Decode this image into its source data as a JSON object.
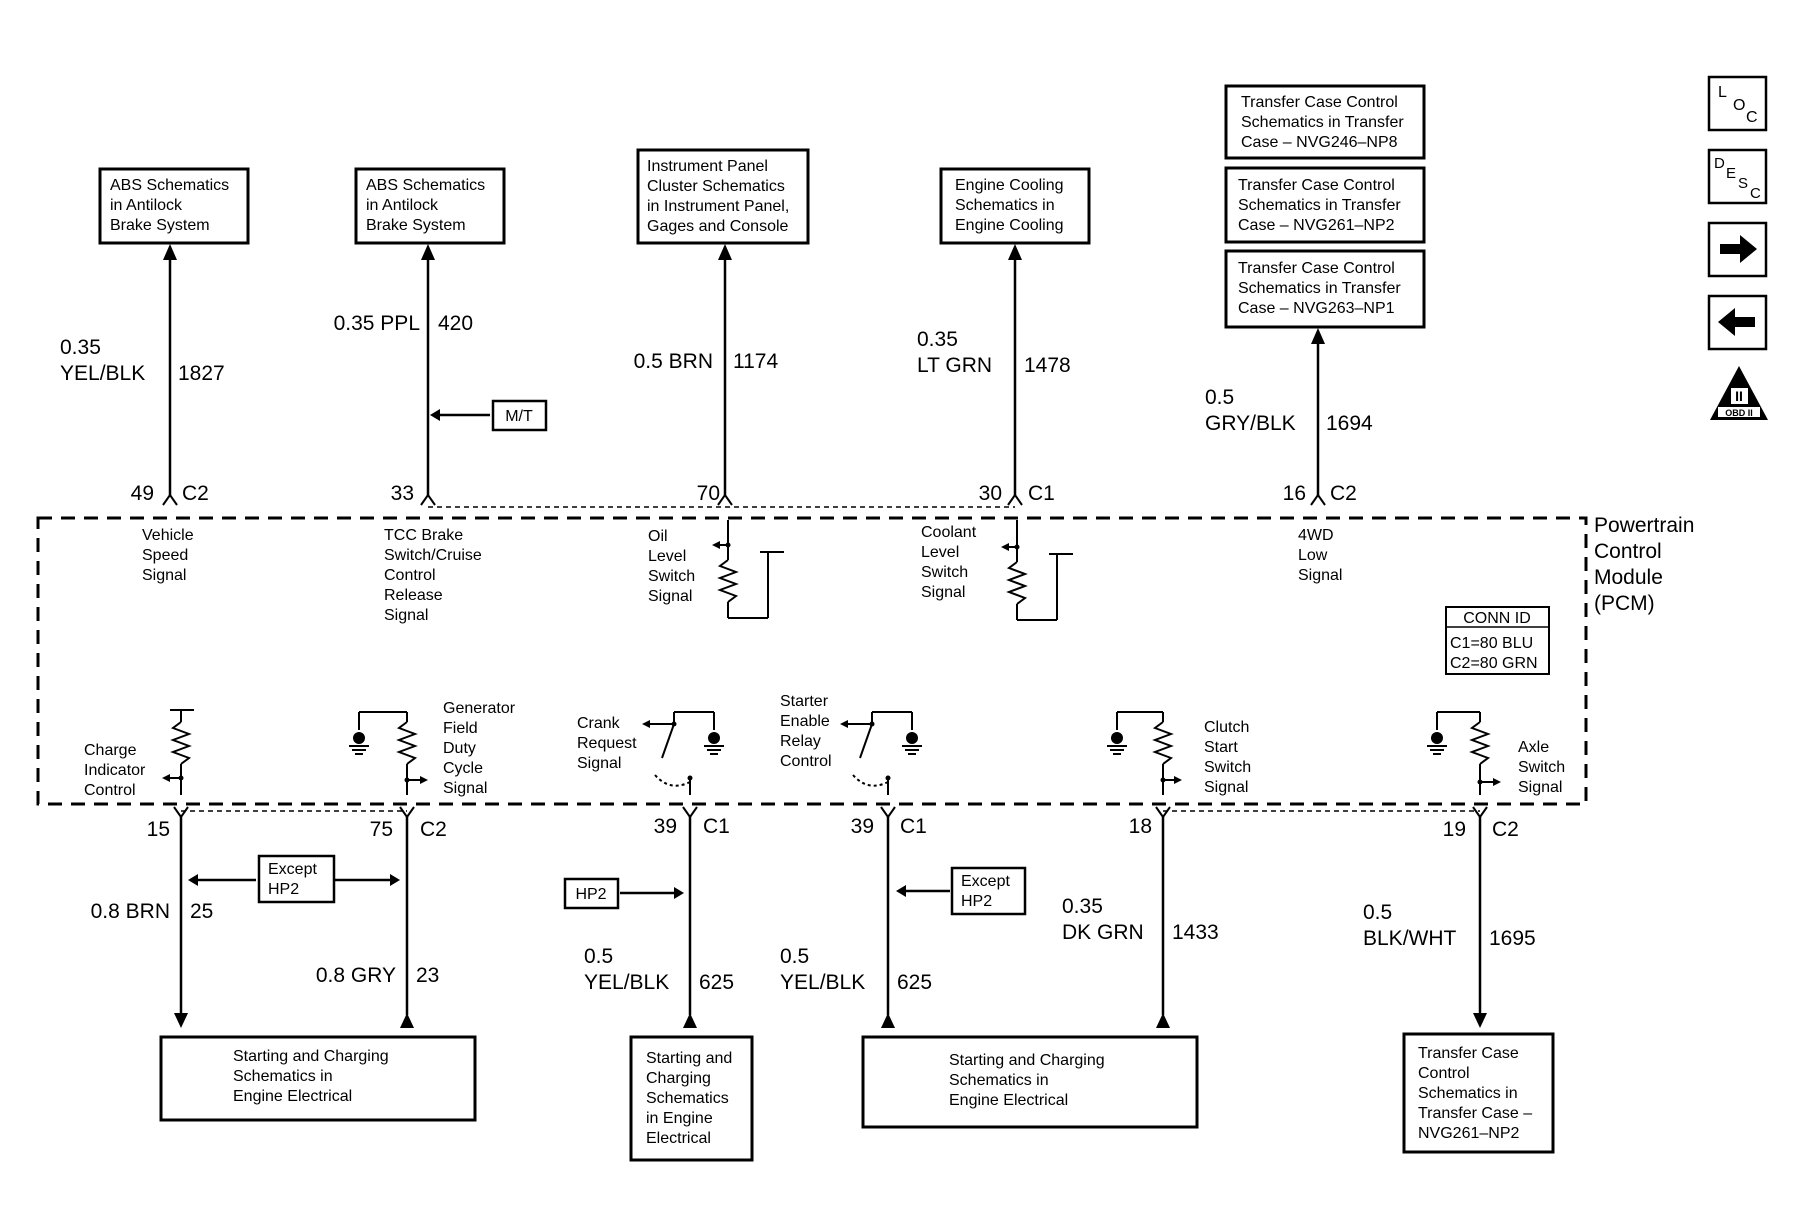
{
  "pcm": {
    "label": [
      "Powertrain",
      "Control",
      "Module",
      "(PCM)"
    ],
    "conn_id": {
      "title": "CONN ID",
      "lines": [
        "C1=80 BLU",
        "C2=80 GRN"
      ]
    }
  },
  "top_boxes": [
    {
      "lines": [
        "ABS Schematics",
        "in Antilock",
        "Brake System"
      ]
    },
    {
      "lines": [
        "ABS Schematics",
        "in Antilock",
        "Brake System"
      ]
    },
    {
      "lines": [
        "Instrument Panel",
        "Cluster Schematics",
        "in Instrument Panel,",
        "Gages and Console"
      ]
    },
    {
      "lines": [
        "Engine Cooling",
        "Schematics in",
        "Engine Cooling"
      ]
    },
    {
      "lines": [
        "Transfer Case Control",
        "Schematics in Transfer",
        "Case – NVG246–NP8"
      ]
    },
    {
      "lines": [
        "Transfer Case Control",
        "Schematics in Transfer",
        "Case – NVG261–NP2"
      ]
    },
    {
      "lines": [
        "Transfer Case Control",
        "Schematics in Transfer",
        "Case – NVG263–NP1"
      ]
    }
  ],
  "top_wires": [
    {
      "size_color": [
        "0.35",
        "YEL/BLK"
      ],
      "circuit": "1827",
      "pin": "49",
      "connector": "C2",
      "signal": [
        "Vehicle",
        "Speed",
        "Signal"
      ]
    },
    {
      "size_color": [
        "0.35 PPL"
      ],
      "circuit": "420",
      "pin": "33",
      "connector": "",
      "signal": [
        "TCC Brake",
        "Switch/Cruise",
        "Control",
        "Release",
        "Signal"
      ],
      "option": "M/T"
    },
    {
      "size_color": [
        "0.5 BRN"
      ],
      "circuit": "1174",
      "pin": "70",
      "connector": "",
      "signal": [
        "Oil",
        "Level",
        "Switch",
        "Signal"
      ]
    },
    {
      "size_color": [
        "0.35",
        "LT GRN"
      ],
      "circuit": "1478",
      "pin": "30",
      "connector": "C1",
      "signal": [
        "Coolant",
        "Level",
        "Switch",
        "Signal"
      ]
    },
    {
      "size_color": [
        "0.5",
        "GRY/BLK"
      ],
      "circuit": "1694",
      "pin": "16",
      "connector": "C2",
      "signal": [
        "4WD",
        "Low",
        "Signal"
      ]
    }
  ],
  "bottom_wires": [
    {
      "size_color": [
        "0.8 BRN"
      ],
      "circuit": "25",
      "pin": "15",
      "connector": "",
      "signal": [
        "Charge",
        "Indicator",
        "Control"
      ]
    },
    {
      "size_color": [
        "0.8 GRY"
      ],
      "circuit": "23",
      "pin": "75",
      "connector": "C2",
      "signal": [
        "Generator",
        "Field",
        "Duty",
        "Cycle",
        "Signal"
      ]
    },
    {
      "size_color": [
        "0.5",
        "YEL/BLK"
      ],
      "circuit": "625",
      "pin": "39",
      "connector": "C1",
      "signal": [
        "Crank",
        "Request",
        "Signal"
      ]
    },
    {
      "size_color": [
        "0.5",
        "YEL/BLK"
      ],
      "circuit": "625",
      "pin": "39",
      "connector": "C1",
      "signal": [
        "Starter",
        "Enable",
        "Relay",
        "Control"
      ]
    },
    {
      "size_color": [
        "0.35",
        "DK GRN"
      ],
      "circuit": "1433",
      "pin": "18",
      "connector": "",
      "signal": [
        "Clutch",
        "Start",
        "Switch",
        "Signal"
      ]
    },
    {
      "size_color": [
        "0.5",
        "BLK/WHT"
      ],
      "circuit": "1695",
      "pin": "19",
      "connector": "C2",
      "signal": [
        "Axle",
        "Switch",
        "Signal"
      ]
    }
  ],
  "options": {
    "except_hp2_left": [
      "Except",
      "HP2"
    ],
    "hp2": "HP2",
    "except_hp2_right": [
      "Except",
      "HP2"
    ]
  },
  "bottom_boxes": [
    {
      "lines": [
        "Starting and Charging",
        "Schematics in",
        "Engine Electrical"
      ]
    },
    {
      "lines": [
        "Starting and",
        "Charging",
        "Schematics",
        "in Engine",
        "Electrical"
      ]
    },
    {
      "lines": [
        "Starting and Charging",
        "Schematics in",
        "Engine Electrical"
      ]
    },
    {
      "lines": [
        "Transfer Case",
        "Control",
        "Schematics in",
        "Transfer Case –",
        "NVG261–NP2"
      ]
    }
  ],
  "nav_icons": [
    {
      "name": "loc-icon",
      "text": [
        "L",
        "O",
        "C"
      ]
    },
    {
      "name": "desc-icon",
      "text": [
        "D",
        "E",
        "S",
        "C"
      ]
    },
    {
      "name": "next-arrow-icon",
      "text": []
    },
    {
      "name": "prev-arrow-icon",
      "text": []
    },
    {
      "name": "obd-ii-icon",
      "text": [
        "II",
        "OBD II"
      ]
    }
  ]
}
